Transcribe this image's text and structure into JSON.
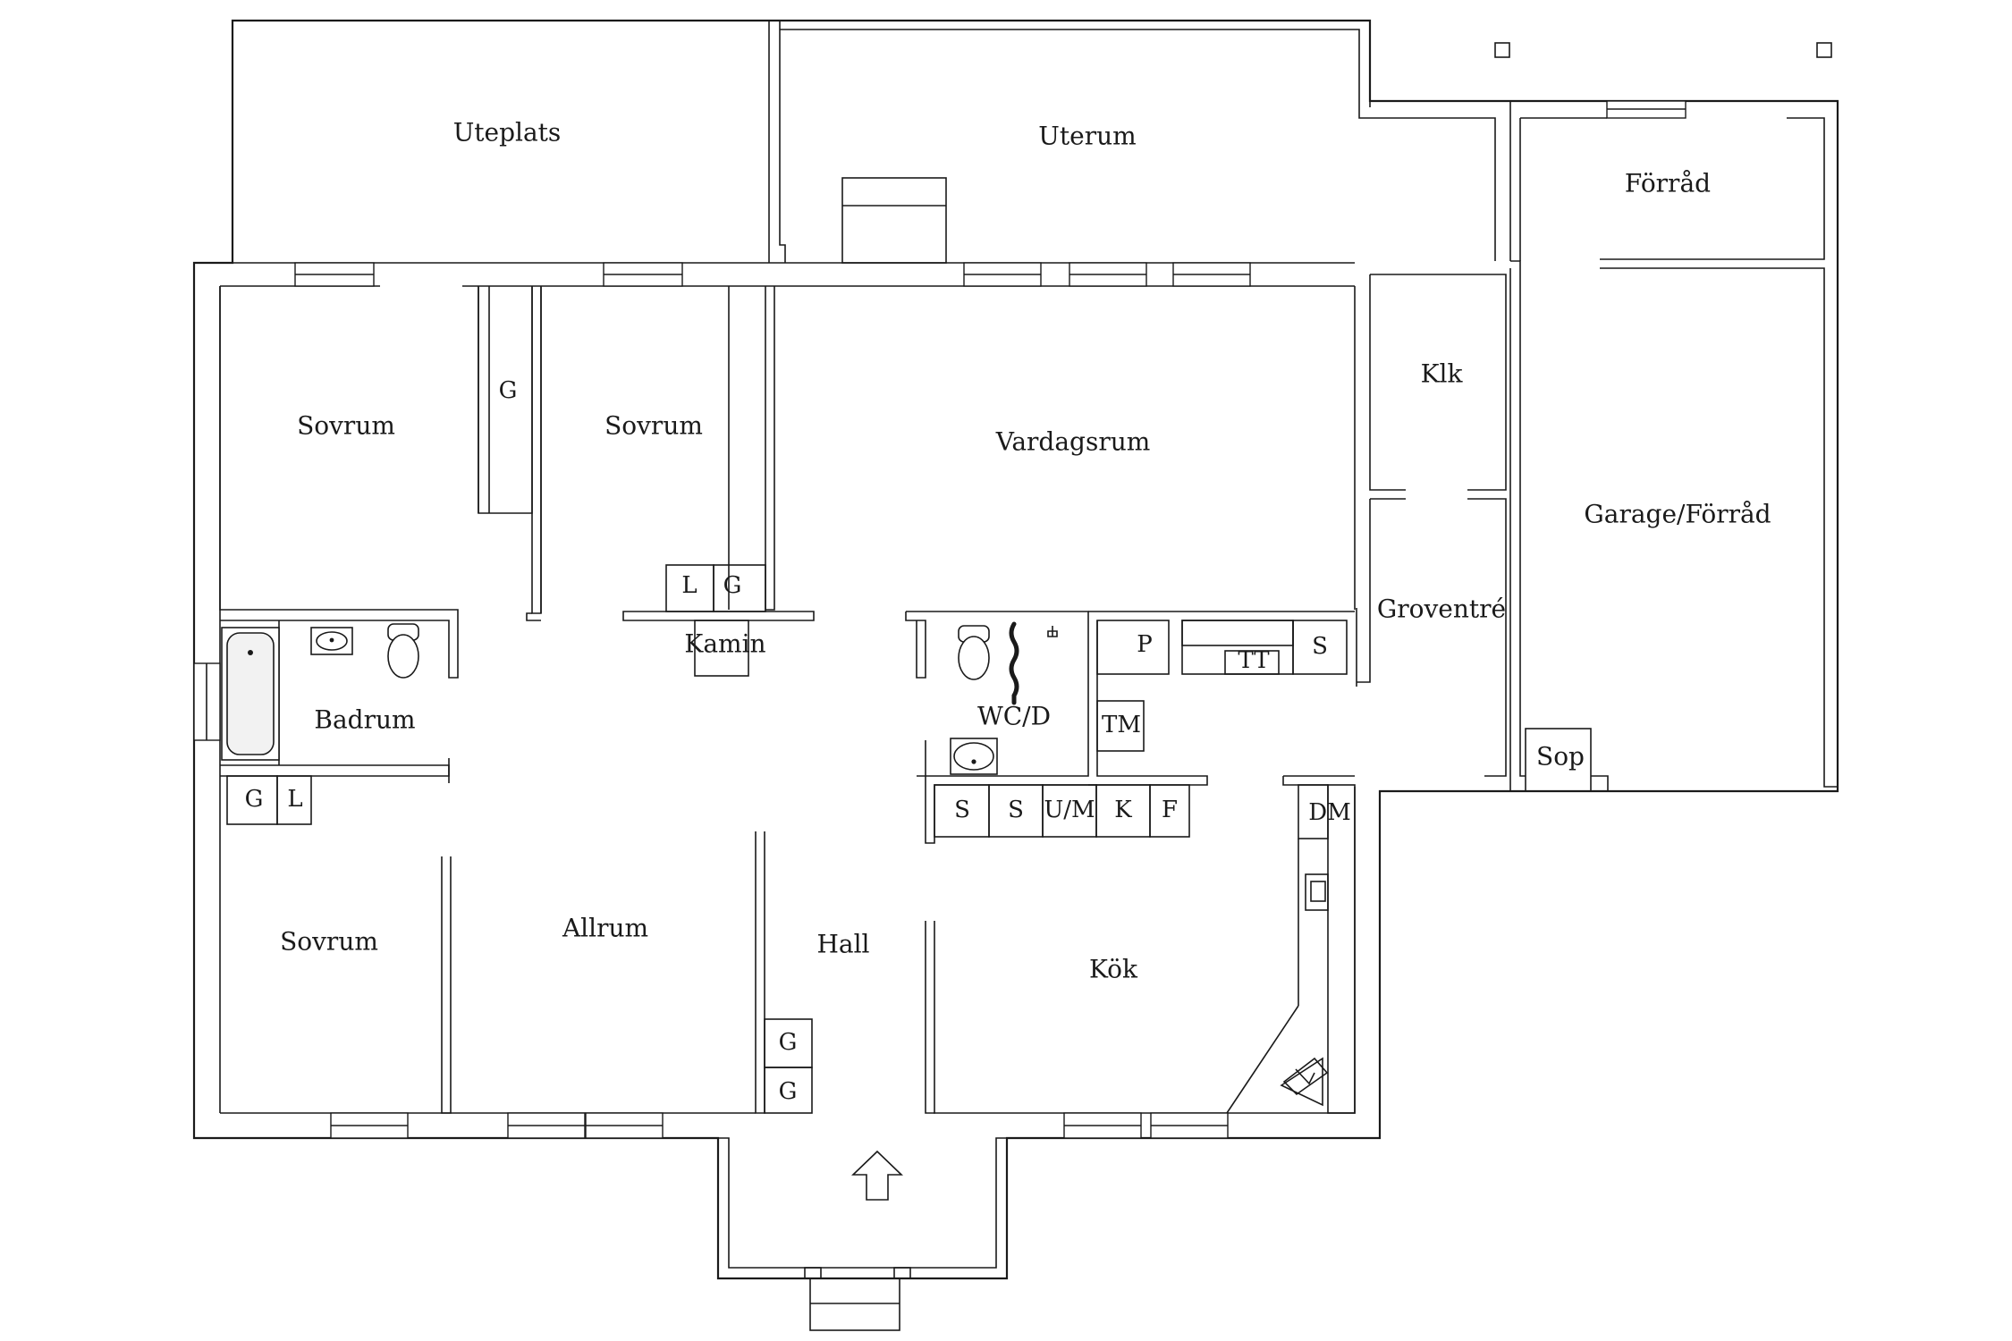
{
  "rooms": {
    "uteplats": "Uteplats",
    "uterum": "Uterum",
    "forrad": "Förråd",
    "sovrum_1": "Sovrum",
    "sovrum_2": "Sovrum",
    "sovrum_3": "Sovrum",
    "vardagsrum": "Vardagsrum",
    "klk": "Klk",
    "garage_forrad": "Garage/Förråd",
    "groventre": "Groventré",
    "badrum": "Badrum",
    "kamin": "Kamin",
    "wc_d": "WC/D",
    "allrum": "Allrum",
    "hall": "Hall",
    "kok": "Kök",
    "sop": "Sop"
  },
  "fixtures": {
    "wardrobe_g_1": "G",
    "closet_l_1": "L",
    "closet_g_2": "G",
    "closet_g_3": "G",
    "closet_l_2": "L",
    "hall_g_1": "G",
    "hall_g_2": "G",
    "laundry_p": "P",
    "laundry_tt": "TT",
    "laundry_s": "S",
    "laundry_tm": "TM",
    "kitchen_s_1": "S",
    "kitchen_s_2": "S",
    "kitchen_um": "U/M",
    "kitchen_k": "K",
    "kitchen_f": "F",
    "kitchen_dm": "DM"
  }
}
